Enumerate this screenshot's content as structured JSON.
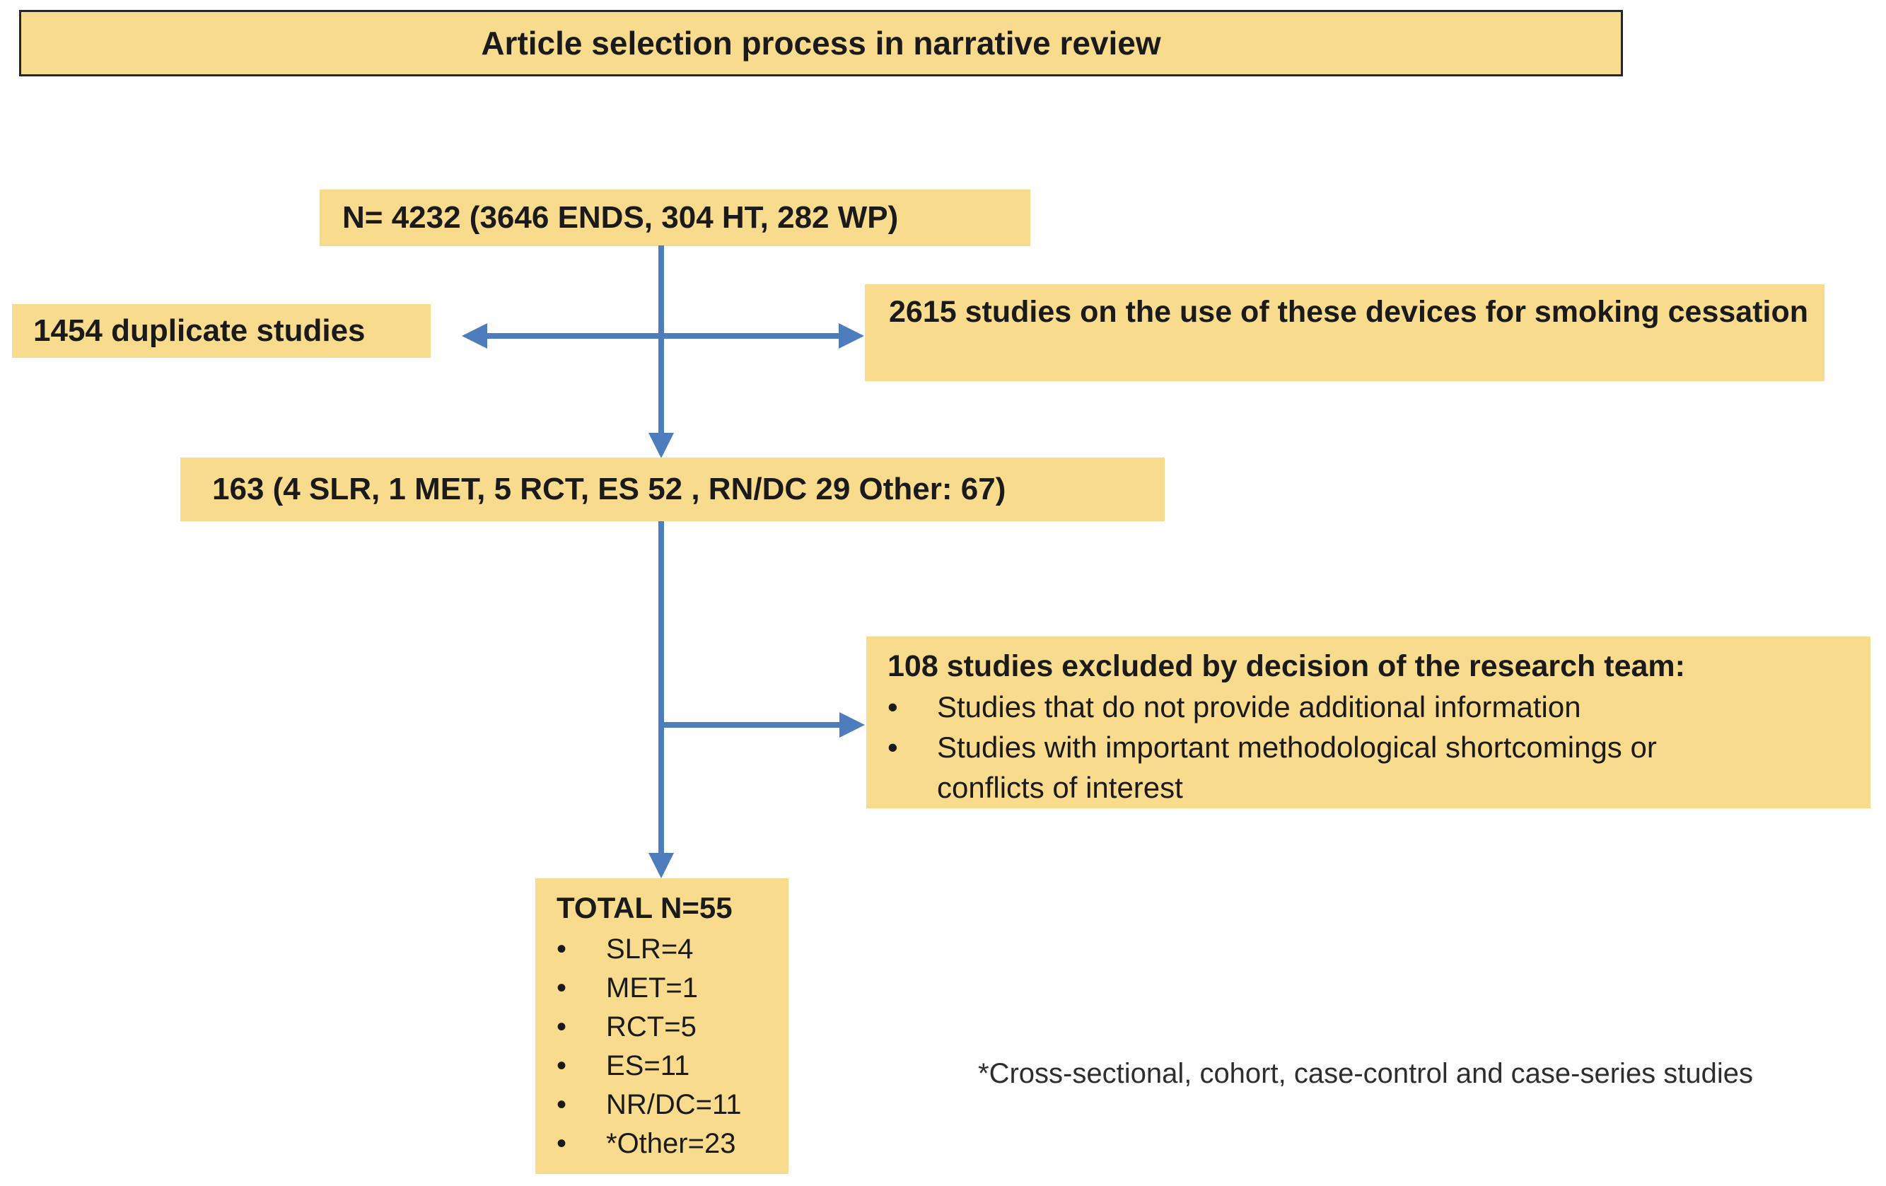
{
  "title_bar": {
    "text": "Article selection process in narrative review"
  },
  "boxes": {
    "initial": {
      "text": "N= 4232 (3646 ENDS, 304 HT, 282 WP)"
    },
    "duplicates": {
      "text": "1454 duplicate studies"
    },
    "smoking_cessation": {
      "text": "2615 studies on the use of these devices for smoking cessation"
    },
    "screened": {
      "text": "163 (4 SLR, 1 MET, 5 RCT, ES 52 , RN/DC 29 Other: 67)"
    },
    "excluded": {
      "heading": "108 studies excluded by decision of the research team:",
      "bullets": [
        "Studies that do not provide additional information",
        "Studies with important methodological shortcomings or conflicts of interest"
      ]
    },
    "total": {
      "heading": "TOTAL N=55",
      "bullets": [
        "SLR=4",
        "MET=1",
        "RCT=5",
        "ES=11",
        "NR/DC=11",
        "*Other=23"
      ]
    }
  },
  "footnote": "*Cross-sectional, cohort, case-control and case-series studies",
  "colors": {
    "box_fill": "#F8DB8C",
    "arrow": "#4E7DBD",
    "title_border": "#262626",
    "text": "#1A1A1A"
  }
}
